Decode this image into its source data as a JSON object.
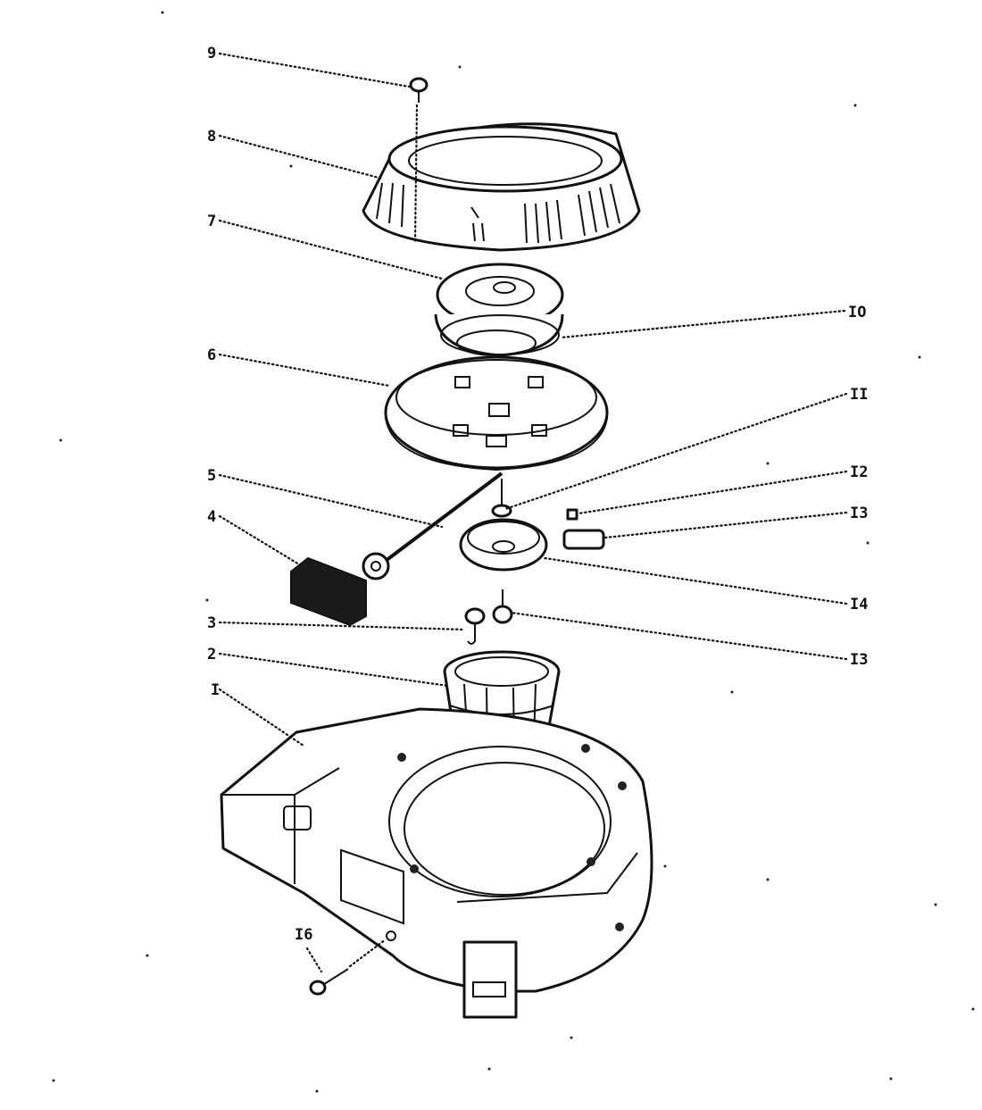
{
  "diagram": {
    "callouts": [
      {
        "id": "1",
        "label": "I"
      },
      {
        "id": "2",
        "label": "2"
      },
      {
        "id": "3",
        "label": "3"
      },
      {
        "id": "4",
        "label": "4"
      },
      {
        "id": "5",
        "label": "5"
      },
      {
        "id": "6",
        "label": "6"
      },
      {
        "id": "7",
        "label": "7"
      },
      {
        "id": "8",
        "label": "8"
      },
      {
        "id": "9",
        "label": "9"
      },
      {
        "id": "10",
        "label": "IO"
      },
      {
        "id": "11",
        "label": "II"
      },
      {
        "id": "12",
        "label": "I2"
      },
      {
        "id": "13a",
        "label": "I3"
      },
      {
        "id": "14",
        "label": "I4"
      },
      {
        "id": "13b",
        "label": "I3"
      },
      {
        "id": "16",
        "label": "I6"
      }
    ]
  }
}
